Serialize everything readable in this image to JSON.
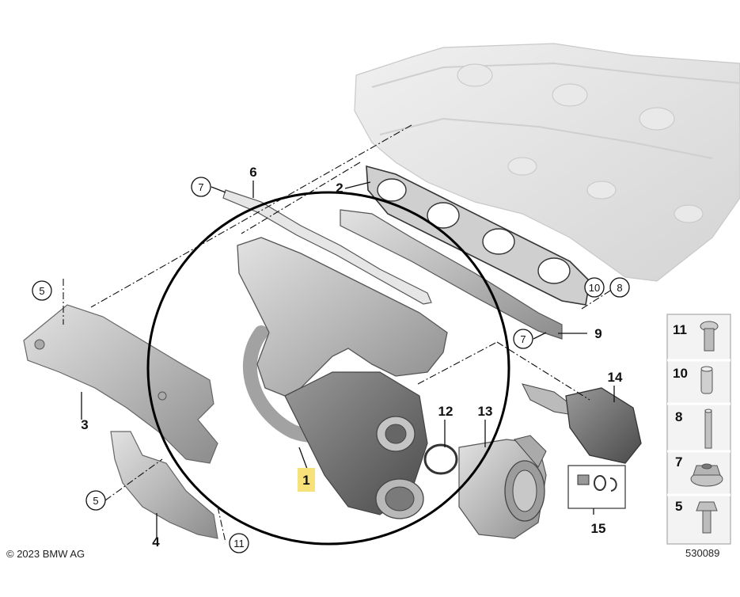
{
  "diagram": {
    "callouts": [
      "1",
      "2",
      "3",
      "4",
      "6",
      "9",
      "12",
      "13",
      "14",
      "15"
    ],
    "circled_callouts": [
      "7",
      "7",
      "5",
      "5",
      "10",
      "8",
      "11"
    ],
    "legend": [
      {
        "number": "11",
        "icon": "screw-icon"
      },
      {
        "number": "10",
        "icon": "sleeve-icon"
      },
      {
        "number": "8",
        "icon": "stud-icon"
      },
      {
        "number": "7",
        "icon": "flange-nut-icon"
      },
      {
        "number": "5",
        "icon": "hex-bolt-icon"
      }
    ],
    "copyright": "© 2023 BMW AG",
    "diagram_id": "530089",
    "colors": {
      "highlight": "#f7e27a",
      "part": "#bfbfbf",
      "head": "#dedede"
    }
  }
}
